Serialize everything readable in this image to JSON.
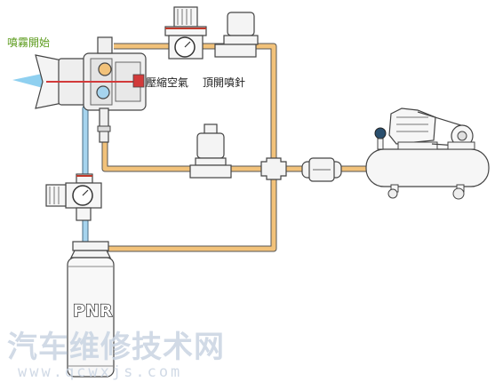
{
  "labels": {
    "spray_start": "噴霧開始",
    "compressed_air": "壓縮空氣",
    "push_needle": "頂開噴針",
    "tank": "PNR"
  },
  "watermark": {
    "chinese": "汽车维修技术网",
    "url": "www.qcwxjs.com"
  },
  "colors": {
    "air_line": "#f2c27a",
    "liquid_line": "#a6d4ee",
    "spray": "#8fd0f0",
    "needle": "#d23a3a",
    "label_green": "#5a9a1a",
    "outline": "#444444",
    "watermark": "#c9d4e2"
  }
}
